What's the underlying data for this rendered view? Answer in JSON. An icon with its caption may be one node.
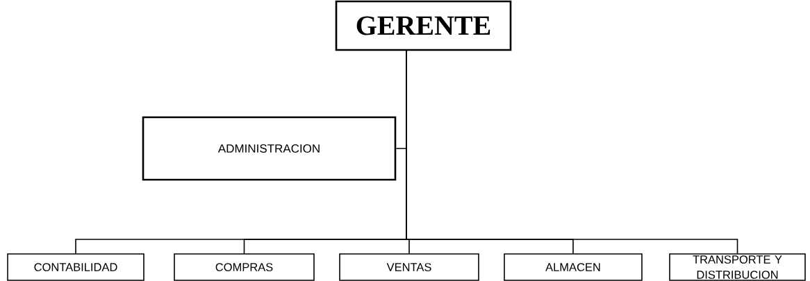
{
  "diagram": {
    "nodes": [
      {
        "text": [
          "GERENTE"
        ]
      },
      {
        "text": [
          "ADMINISTRACION"
        ]
      },
      {
        "text": [
          "CONTABILIDAD"
        ]
      },
      {
        "text": [
          "COMPRAS"
        ]
      },
      {
        "text": [
          "VENTAS"
        ]
      },
      {
        "text": [
          "ALMACEN"
        ]
      },
      {
        "text": [
          "TRANSPORTE Y DISTRIBUCION"
        ]
      }
    ],
    "edges": [
      {
        "from": 0,
        "to": 1,
        "arrow": "none"
      },
      {
        "from": 0,
        "to": 2,
        "arrow": "none"
      },
      {
        "from": 0,
        "to": 3,
        "arrow": "none"
      },
      {
        "from": 0,
        "to": 4,
        "arrow": "none"
      },
      {
        "from": 0,
        "to": 5,
        "arrow": "none"
      },
      {
        "from": 0,
        "to": 6,
        "arrow": "none"
      }
    ]
  }
}
